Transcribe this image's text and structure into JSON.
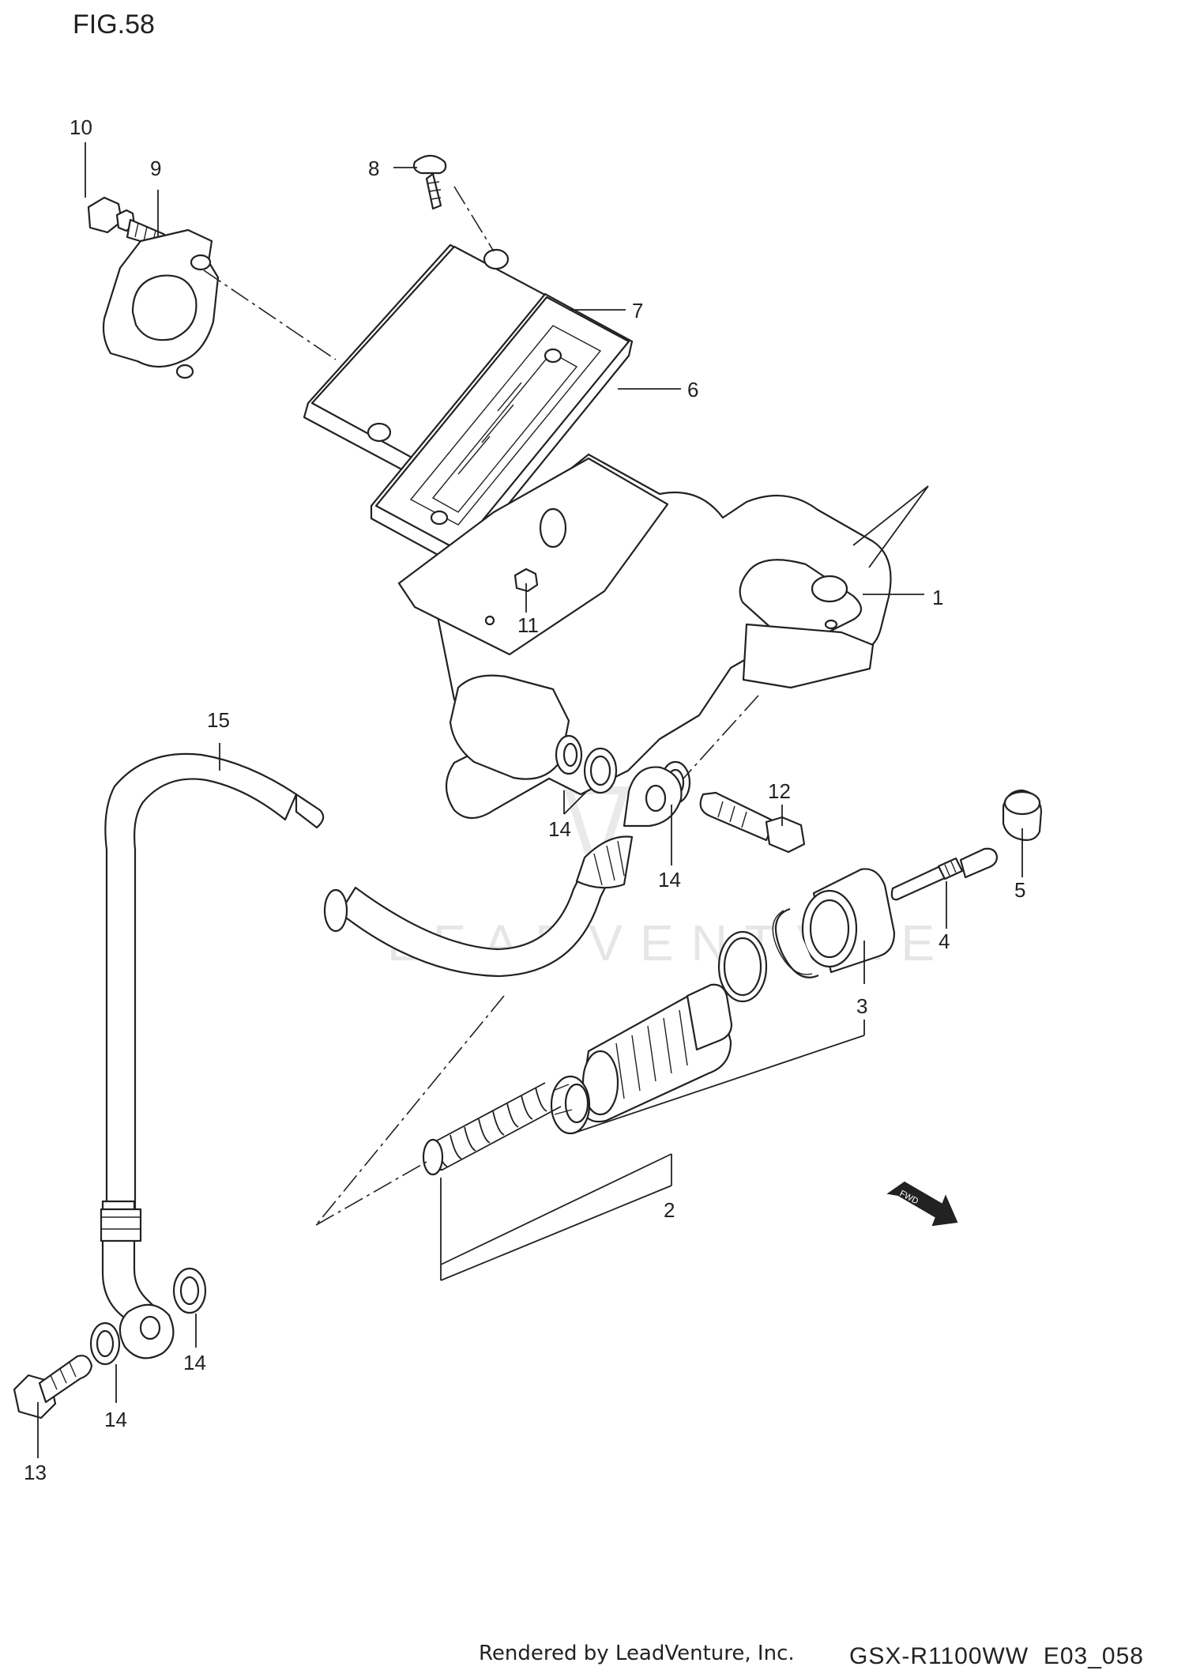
{
  "figure_title": "FIG.58",
  "watermark": "LEADVENTURE",
  "footer": {
    "rendered_by": "Rendered by LeadVenture, Inc.",
    "model_code": "GSX-R1100WW  E03_058"
  },
  "fwd_label": "FWD",
  "callouts": [
    {
      "id": "1",
      "text": "1"
    },
    {
      "id": "2",
      "text": "2"
    },
    {
      "id": "3",
      "text": "3"
    },
    {
      "id": "4",
      "text": "4"
    },
    {
      "id": "5",
      "text": "5"
    },
    {
      "id": "6",
      "text": "6"
    },
    {
      "id": "7",
      "text": "7"
    },
    {
      "id": "8",
      "text": "8"
    },
    {
      "id": "9",
      "text": "9"
    },
    {
      "id": "10",
      "text": "10"
    },
    {
      "id": "11",
      "text": "11"
    },
    {
      "id": "12",
      "text": "12"
    },
    {
      "id": "13",
      "text": "13"
    },
    {
      "id": "14a",
      "text": "14"
    },
    {
      "id": "14b",
      "text": "14"
    },
    {
      "id": "14c",
      "text": "14"
    },
    {
      "id": "14d",
      "text": "14"
    },
    {
      "id": "15",
      "text": "15"
    }
  ]
}
